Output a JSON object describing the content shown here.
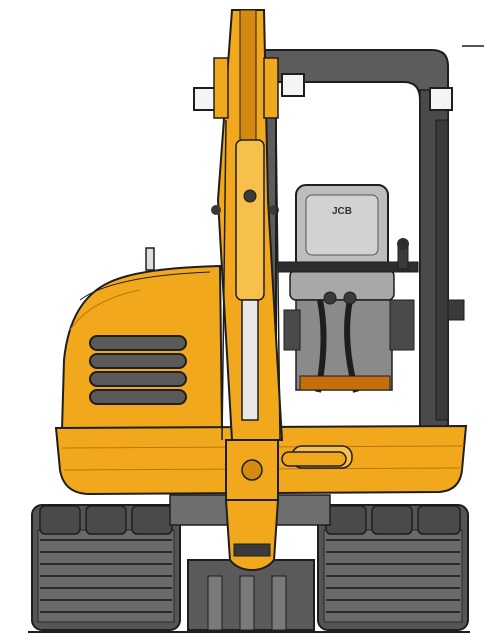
{
  "drawing": {
    "subject": "excavator",
    "view": "front",
    "cab_logo_text": "JCB"
  },
  "colors": {
    "body_yellow": "#f2a81d",
    "body_light": "#f7c04a",
    "body_shadow": "#d48a0f",
    "cab_grey": "#5c5c5c",
    "cab_dark": "#3a3a3a",
    "seat_grey": "#bdbdbd",
    "seat_light": "#d9d9d9",
    "track_dark": "#4a4a4a",
    "track_mid": "#6e6e6e",
    "outline": "#1e1e1e",
    "glass": "#ffffff",
    "light_white": "#f4f4f4"
  }
}
